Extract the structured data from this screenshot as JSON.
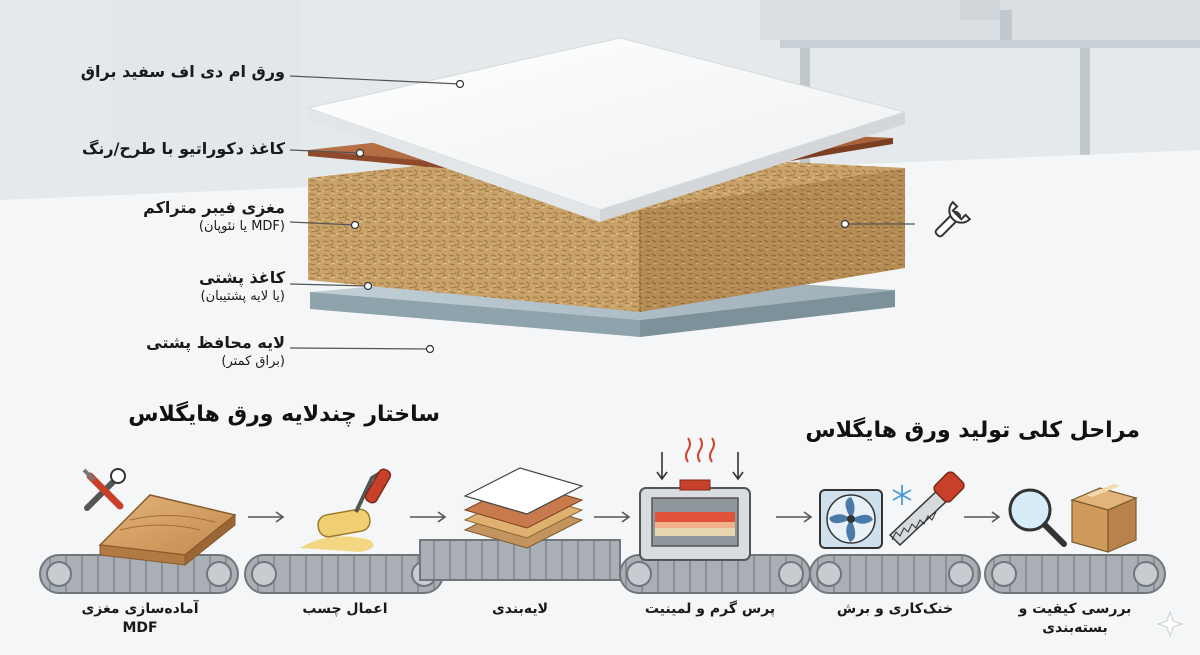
{
  "structure": {
    "title": "ساختار چندلایه ورق هایگلاس",
    "layers": [
      {
        "label": "ورق ام دی اف سفید براق",
        "sub": ""
      },
      {
        "label": "کاغذ دکوراتیو با طرح/رنگ",
        "sub": ""
      },
      {
        "label": "مغزی فیبر متراکم",
        "sub": "(MDF یا نئوپان)"
      },
      {
        "label": "کاغذ پشتی",
        "sub": "(یا لایه پشتیبان)"
      },
      {
        "label": "لایه محافظ پشتی",
        "sub": "(براق کمتر)"
      }
    ]
  },
  "process": {
    "title": "مراحل کلی تولید ورق هایگلاس",
    "steps": [
      {
        "line1": "آماده‌سازی مغزی",
        "line2": "MDF"
      },
      {
        "line1": "اعمال چسب",
        "line2": ""
      },
      {
        "line1": "لایه‌بندی",
        "line2": ""
      },
      {
        "line1": "پرس گرم و لمینیت",
        "line2": ""
      },
      {
        "line1": "خنک‌کاری و برش",
        "line2": ""
      },
      {
        "line1": "بررسی کیفیت و",
        "line2": "بسته‌بندی"
      }
    ]
  },
  "icons": {
    "structure_side": "wrench-icon",
    "step1": [
      "tools-icon",
      "wood-board-icon"
    ],
    "step2": [
      "paint-roller-icon"
    ],
    "step3": [
      "stacked-sheets-icon"
    ],
    "step4": [
      "heat-press-icon"
    ],
    "step5": [
      "cooling-fan-icon",
      "snowflake-icon",
      "saw-icon"
    ],
    "step6": [
      "magnifier-icon",
      "cardboard-box-icon"
    ]
  },
  "colors": {
    "mdf_core": "#c9a26a",
    "decor_paper": "#b8693e",
    "gloss_top": "#fbfbfb",
    "back_paper": "#dcb77c",
    "back_glass": "#9fb2bc",
    "conveyor": "#9ea5ab",
    "label_text": "#1a1a1a"
  }
}
